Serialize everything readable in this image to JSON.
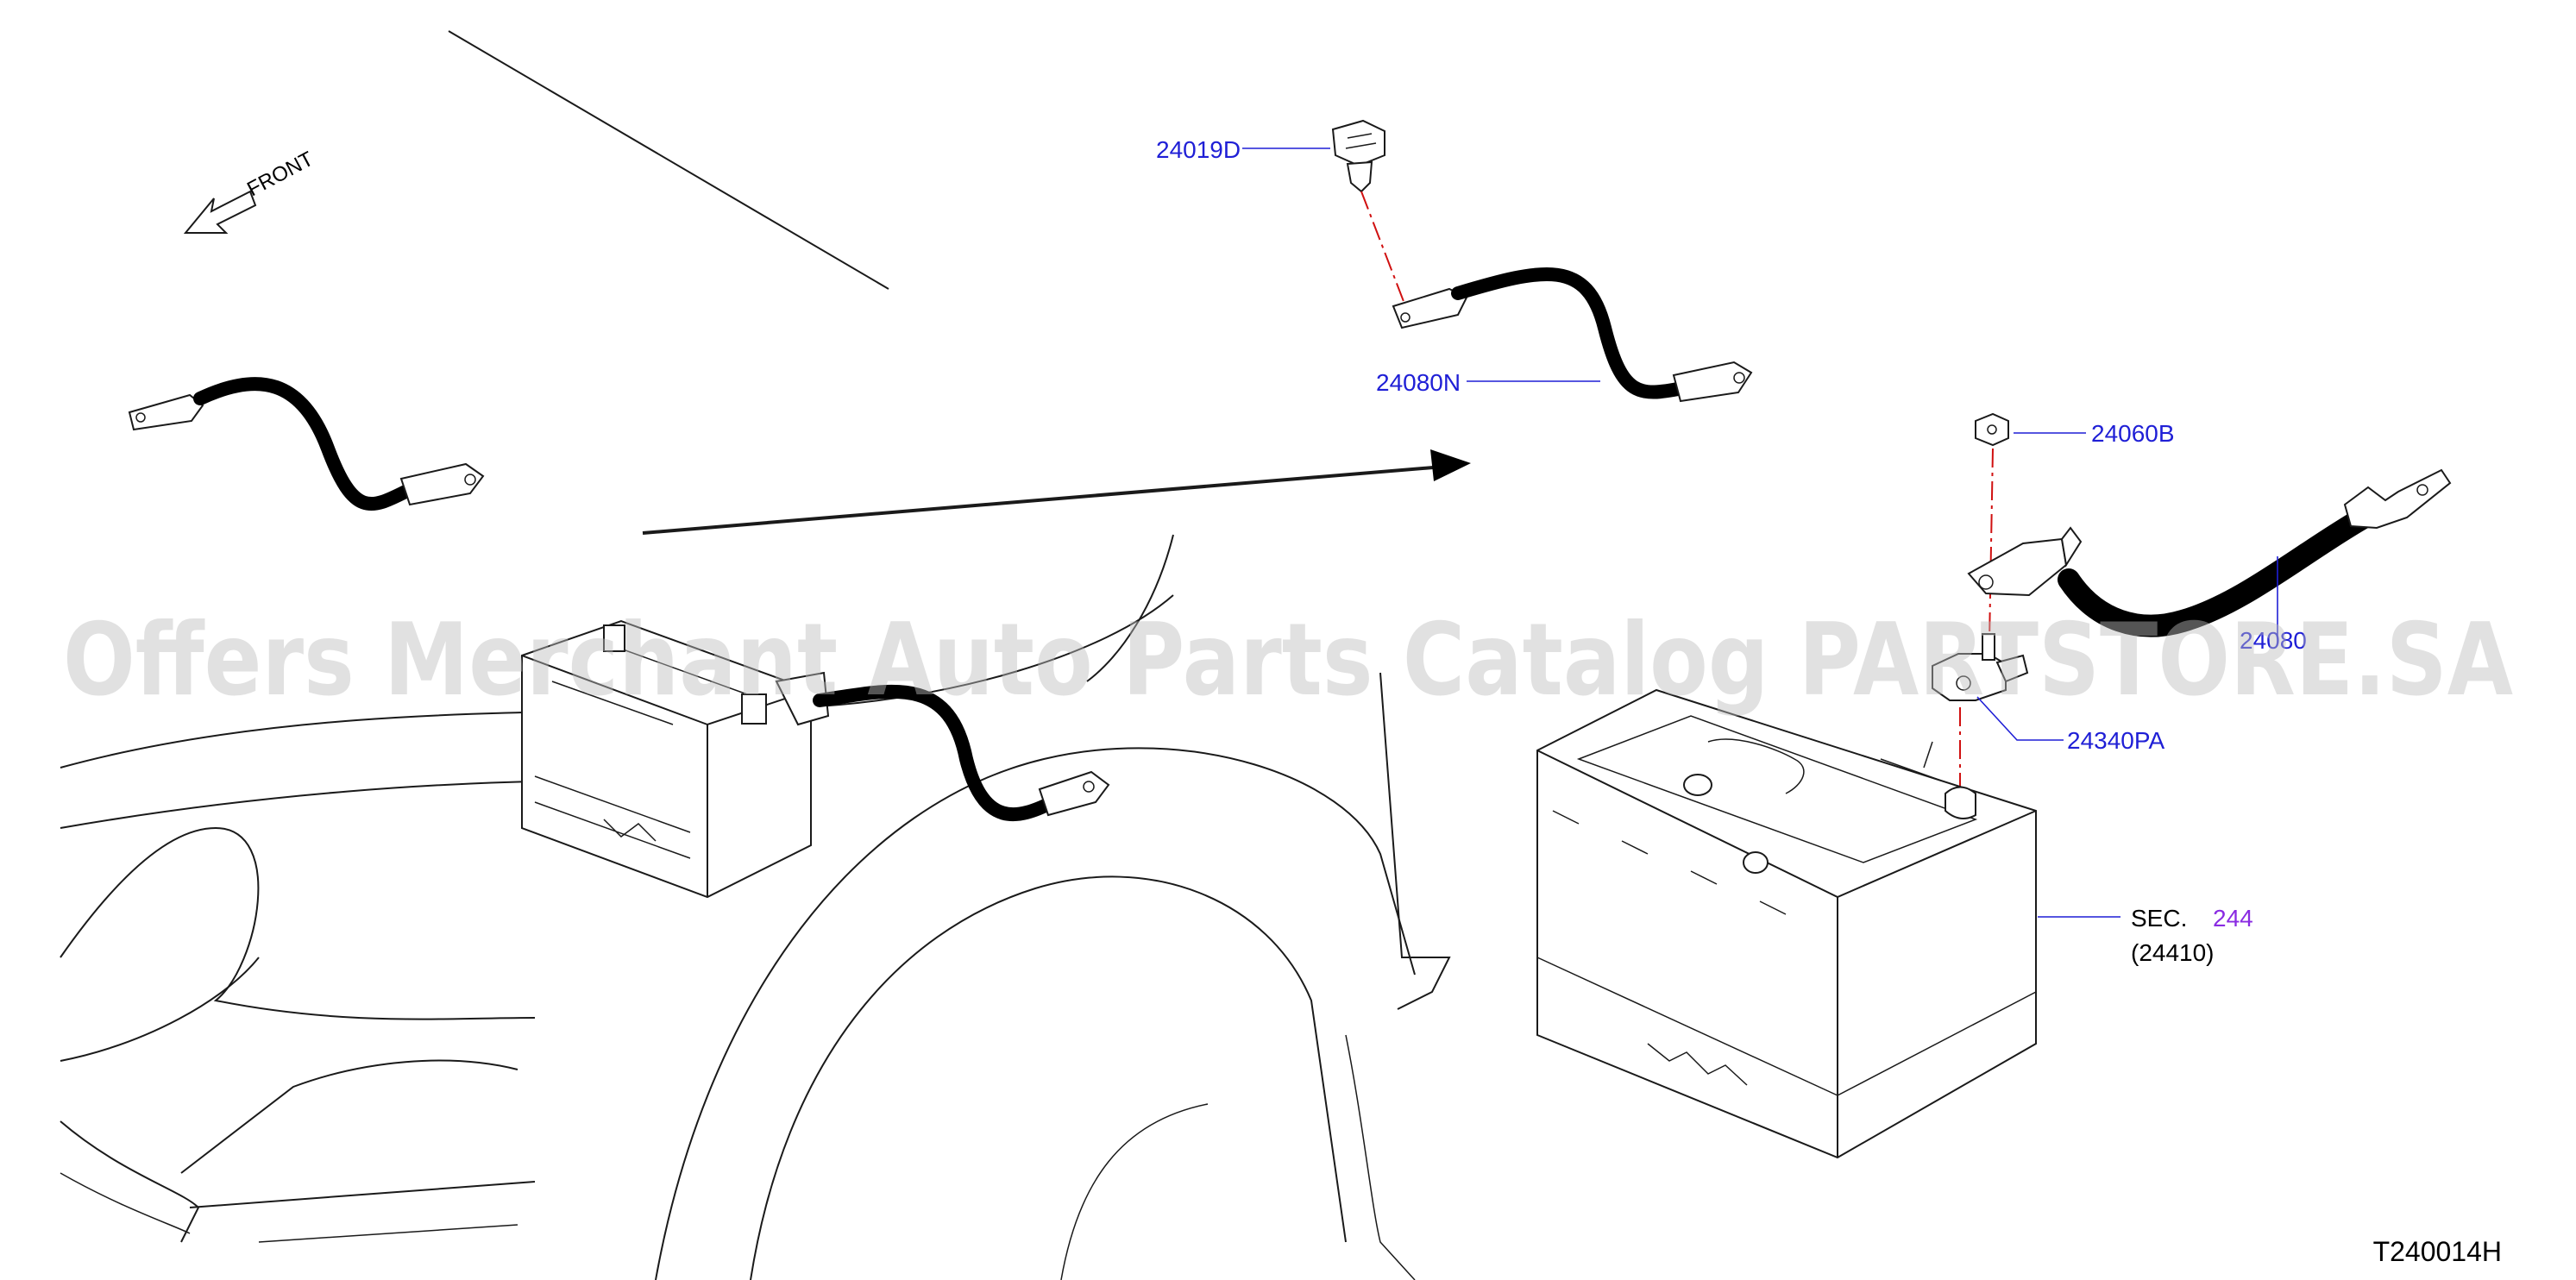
{
  "diagram": {
    "front_label": "FRONT",
    "labels": {
      "bolt": "24019D",
      "cable_small": "24080N",
      "nut": "24060B",
      "cable_main": "24080",
      "terminal": "24340PA",
      "sec_prefix": "SEC.",
      "sec_number": "244",
      "sec_part": "(24410)"
    },
    "watermark": "Offers Merchant Auto Parts Catalog PARTSTORE.SA",
    "illustration_code": "T240014H"
  },
  "colors": {
    "part_label": "#1f1fd6",
    "section_link": "#8a2be2",
    "center_line": "#d01010",
    "watermark": "#bdbdbd"
  }
}
